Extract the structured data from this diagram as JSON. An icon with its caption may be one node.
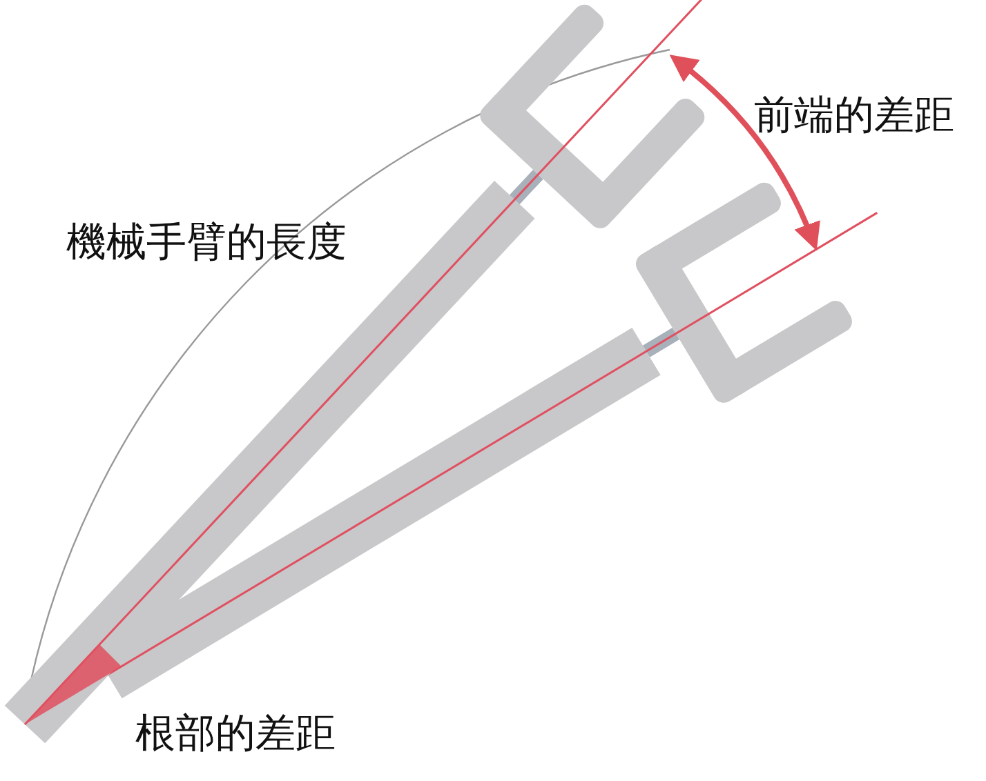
{
  "diagram": {
    "labels": [
      "機械手臂的長度",
      "前端的差距",
      "根部的差距"
    ]
  }
}
